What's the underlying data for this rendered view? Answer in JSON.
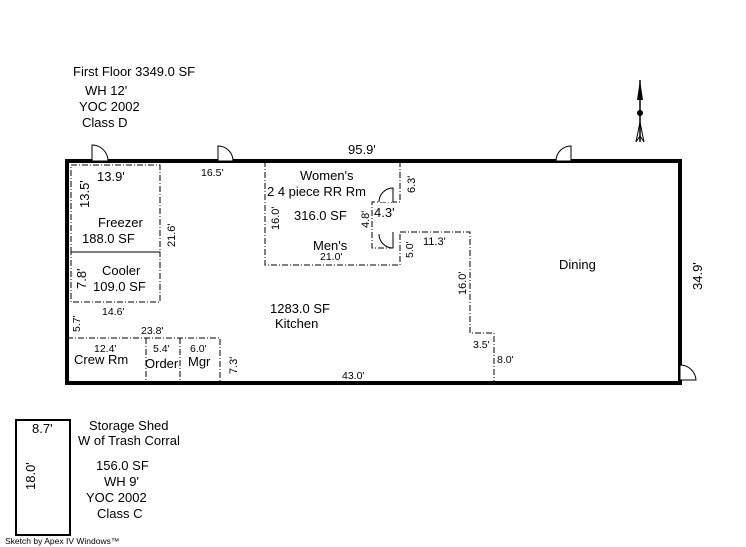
{
  "header": {
    "floor_label": "First Floor 3349.0 SF",
    "wall_height": "WH 12'",
    "year": "YOC 2002",
    "class": "Class D"
  },
  "building": {
    "width_dim": "95.9'",
    "depth_dim": "34.9'",
    "rooms": {
      "freezer": {
        "name": "Freezer",
        "area": "188.0 SF",
        "width": "13.9'",
        "depth": "13.5'",
        "side": "21.6'"
      },
      "cooler": {
        "name": "Cooler",
        "area": "109.0 SF",
        "depth": "7.8'",
        "width": "14.6'"
      },
      "restrooms": {
        "women": "Women's",
        "desc": "2 4 piece RR Rm",
        "area": "316.0 SF",
        "men": "Men's",
        "depth": "16.0'",
        "width": "21.0'",
        "notch_a": "6.3'",
        "notch_b": "4.8'",
        "notch_c": "4.3'",
        "notch_d": "5.0'"
      },
      "kitchen": {
        "area": "1283.0 SF",
        "name": "Kitchen",
        "top_dim": "16.5'",
        "right_dim": "11.3'",
        "right_depth": "16.0'",
        "step": "3.5'",
        "step_depth": "8.0'",
        "bottom_dim": "43.0'",
        "left_dim": "5.7'",
        "crew_top": "23.8'"
      },
      "crew": {
        "name": "Crew Rm",
        "width": "12.4'"
      },
      "order": {
        "name": "Order",
        "width": "5.4'"
      },
      "mgr": {
        "name": "Mgr",
        "width": "6.0'",
        "depth": "7.3'"
      },
      "dining": {
        "name": "Dining"
      }
    }
  },
  "shed": {
    "width": "8.7'",
    "depth": "18.0'",
    "title": "Storage Shed",
    "location": "W of Trash Corral",
    "area": "156.0 SF",
    "wall_height": "WH 9'",
    "year": "YOC 2002",
    "class": "Class C"
  },
  "footer": {
    "credit": "Sketch by Apex IV Windows™"
  }
}
